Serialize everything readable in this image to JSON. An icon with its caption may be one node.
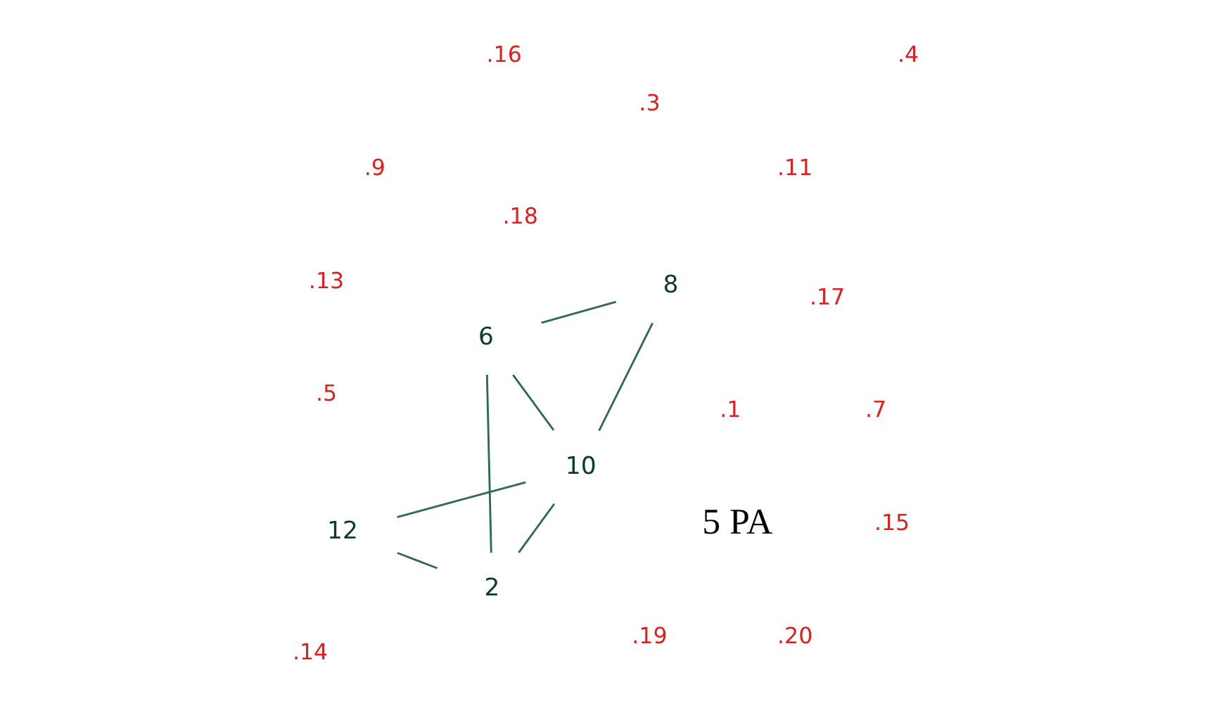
{
  "diagram": {
    "nodes": [
      {
        "text": [
          "12"
        ]
      },
      {
        "text": [
          "10"
        ]
      },
      {
        "text": [
          "2"
        ]
      },
      {
        "text": [
          "6"
        ]
      },
      {
        "text": [
          "8"
        ]
      }
    ],
    "edges": [
      {
        "from": 0,
        "to": 1,
        "arrow": "none"
      },
      {
        "from": 0,
        "to": 2,
        "arrow": "none"
      },
      {
        "from": 2,
        "to": 1,
        "arrow": "none"
      },
      {
        "from": 2,
        "to": 3,
        "arrow": "none"
      },
      {
        "from": 3,
        "to": 1,
        "arrow": "none"
      },
      {
        "from": 1,
        "to": 4,
        "arrow": "none"
      },
      {
        "from": 3,
        "to": 4,
        "arrow": "none"
      }
    ],
    "labels": [
      ".1",
      ".18",
      ".11",
      ".9",
      ".17",
      ".19",
      ".20",
      ".13",
      ".5",
      ".3",
      ".14",
      ".7",
      ".15",
      ".4",
      ".16",
      "5 PA"
    ]
  }
}
